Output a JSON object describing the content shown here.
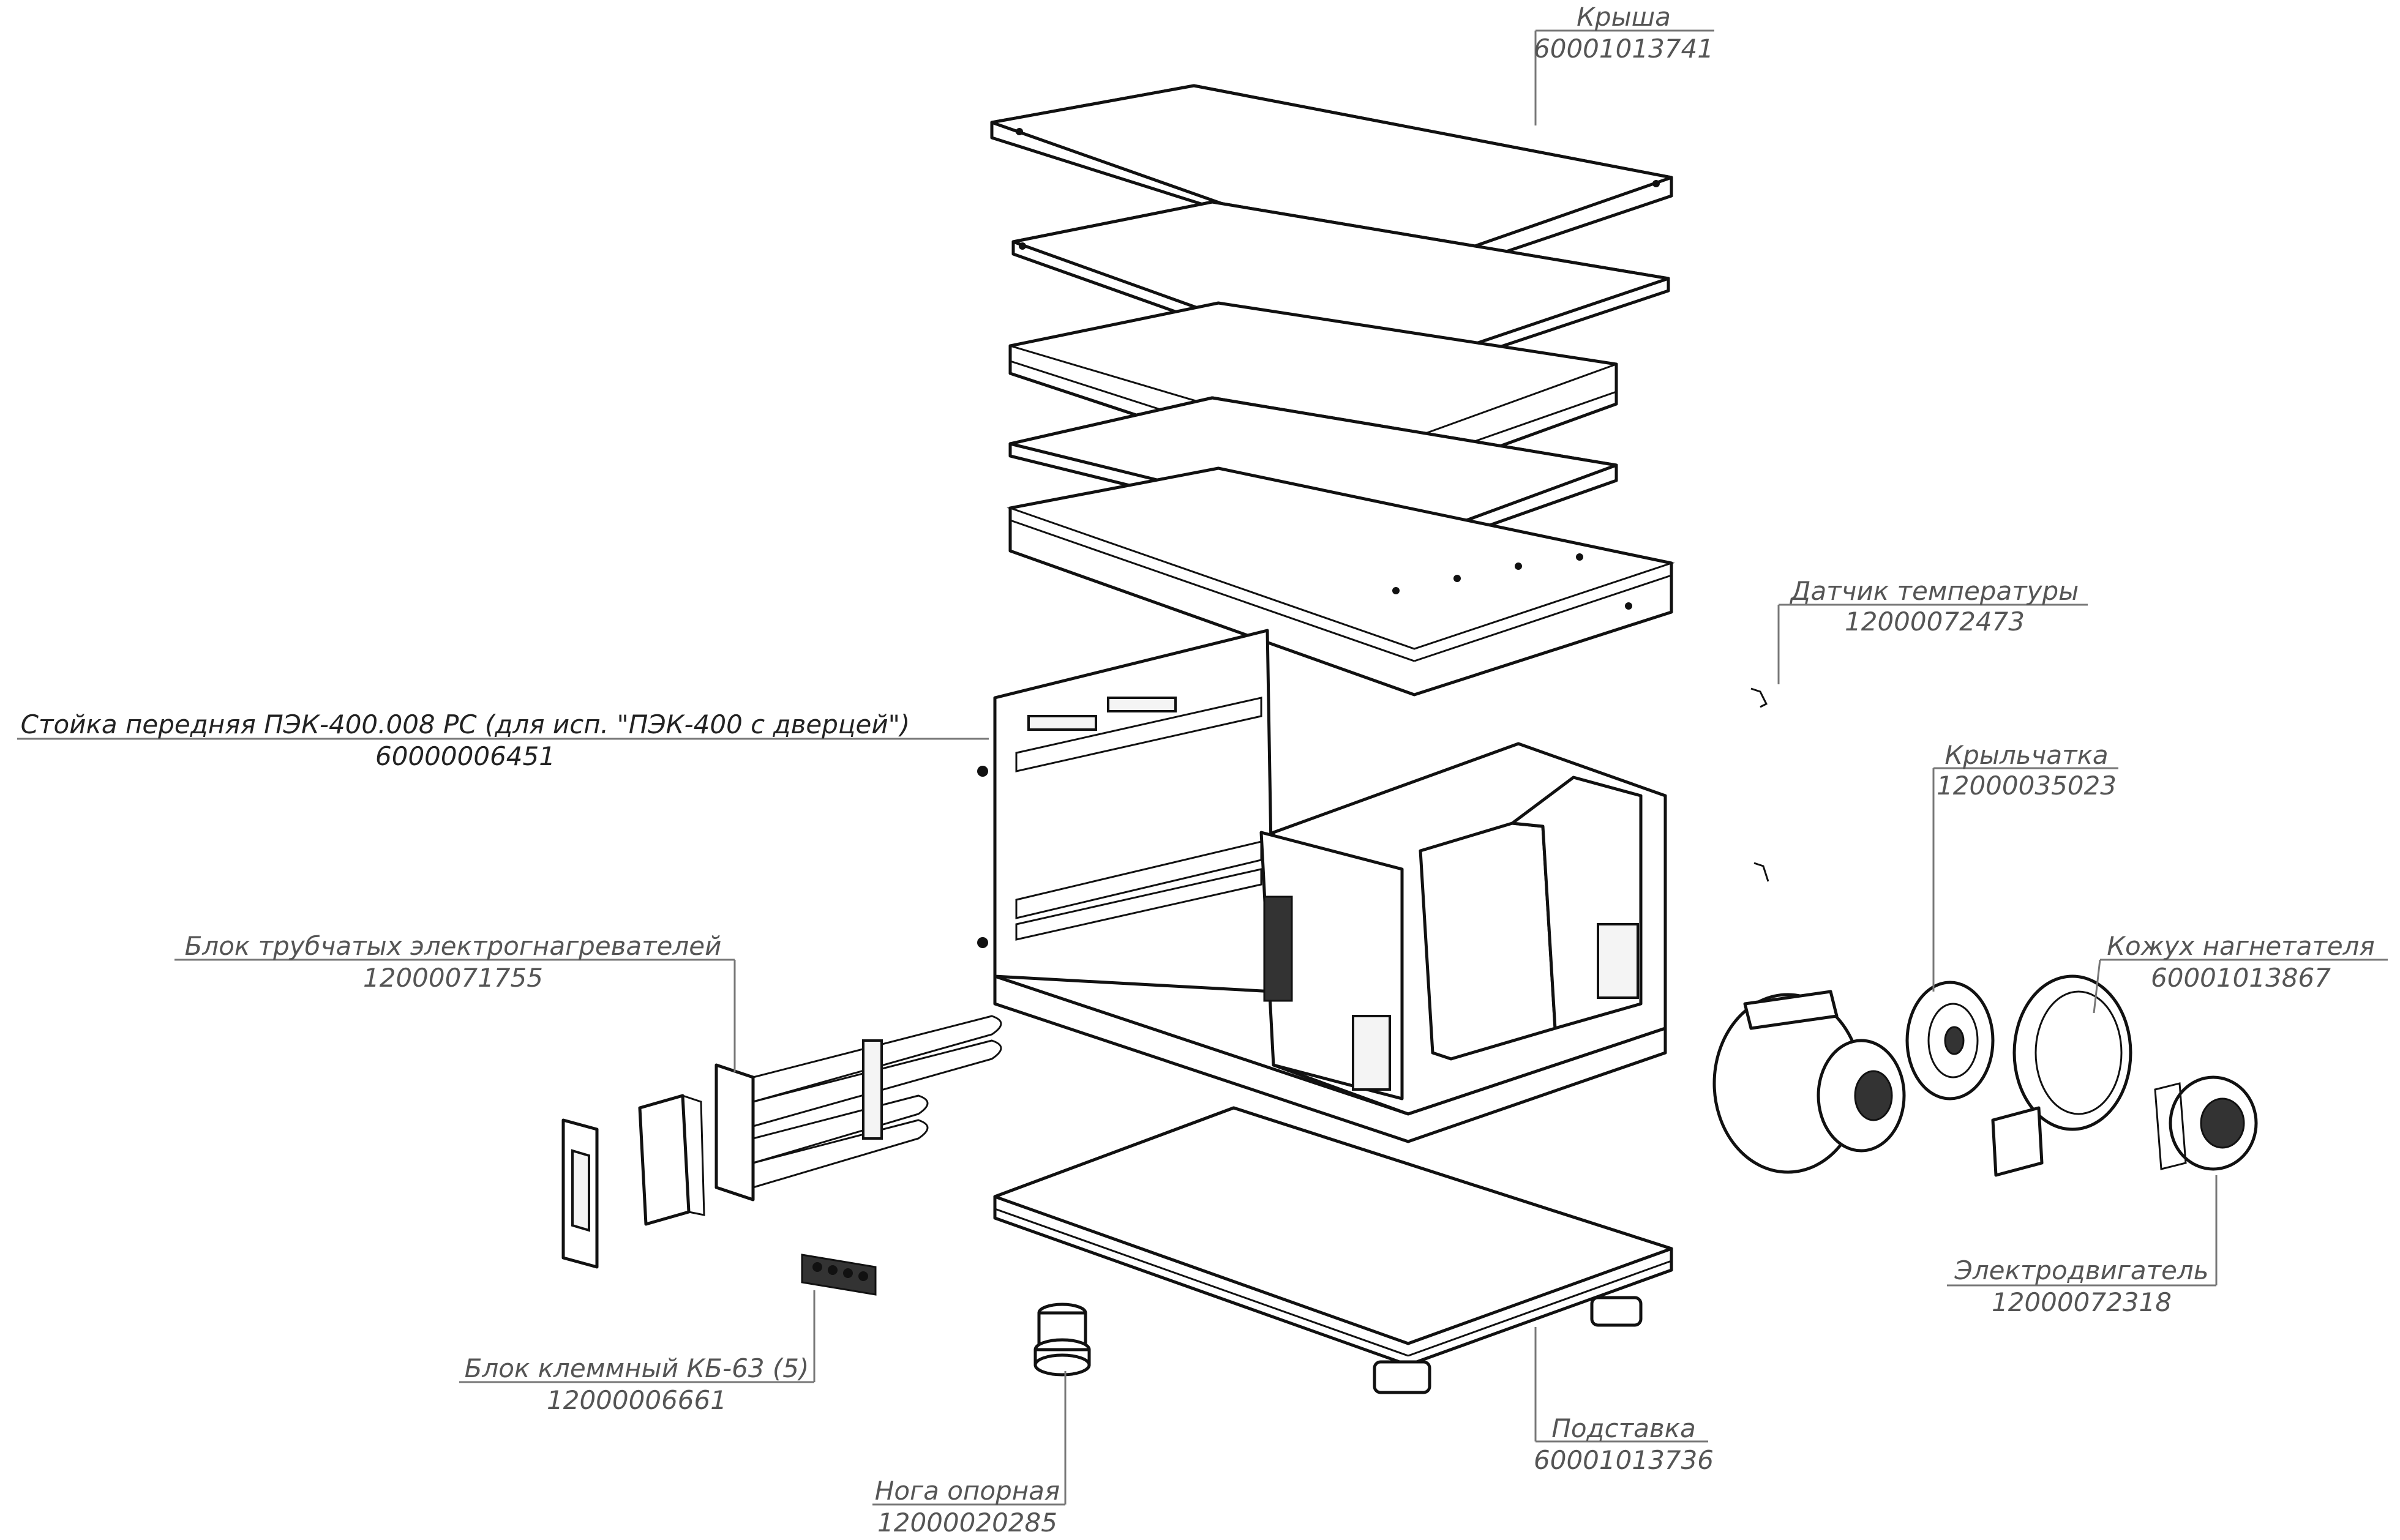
{
  "labels": {
    "roof": {
      "name": "Крыша",
      "code": "60001013741"
    },
    "temp_sensor": {
      "name": "Датчик температуры",
      "code": "12000072473"
    },
    "front_post": {
      "name": "Стойка передняя ПЭК-400.008 РС (для исп. \"ПЭК-400 с дверцей\")",
      "code": "60000006451"
    },
    "impeller": {
      "name": "Крыльчатка",
      "code": "12000035023"
    },
    "heater_block": {
      "name": "Блок трубчатых электрогнагревателей",
      "code": "12000071755"
    },
    "blower_housing": {
      "name": "Кожух нагнетателя",
      "code": "60001013867"
    },
    "motor": {
      "name": "Электродвигатель",
      "code": "12000072318"
    },
    "terminal_block": {
      "name": "Блок клеммный КБ-63 (5)",
      "code": "12000006661"
    },
    "stand": {
      "name": "Подставка",
      "code": "60001013736"
    },
    "support_leg": {
      "name": "Нога опорная",
      "code": "12000020285"
    }
  },
  "colors": {
    "line": "#111111",
    "label": "#555555",
    "leader": "#777777"
  }
}
